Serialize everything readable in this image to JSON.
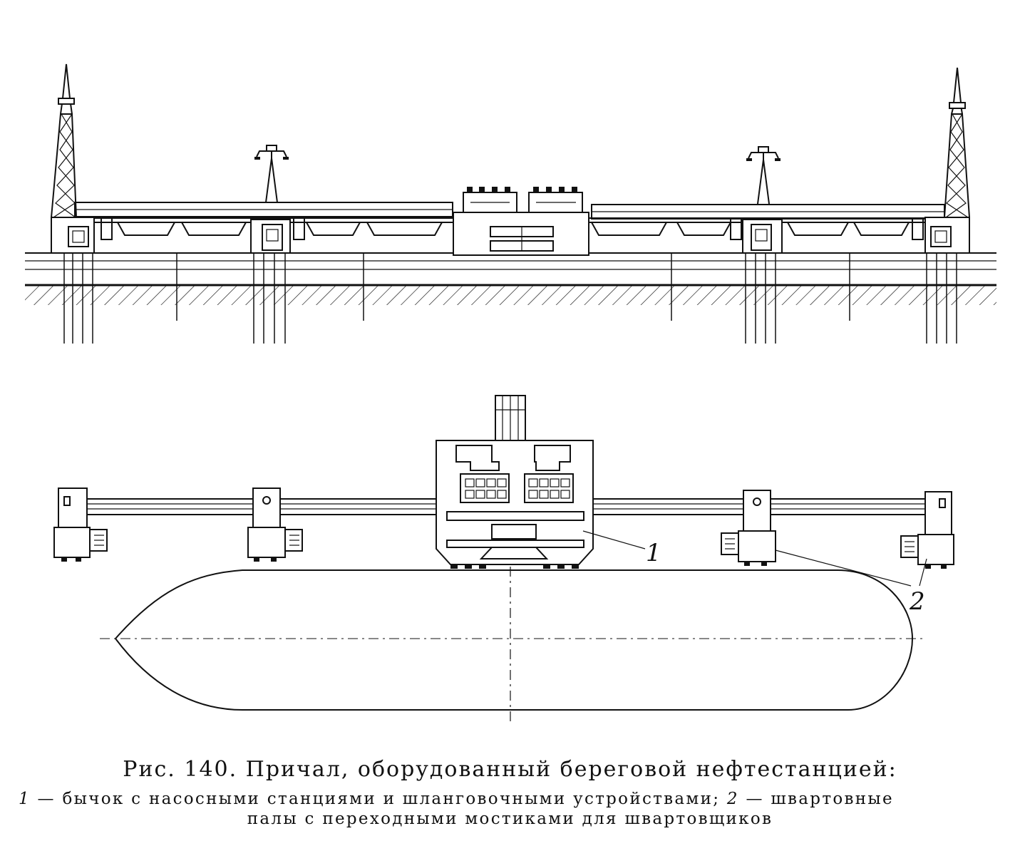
{
  "figure": {
    "caption_title": "Рис. 140. Причал, оборудованный береговой нефтестанцией:",
    "legend": {
      "item1_num": "1",
      "item1_text": " — бычок с насосными станциями и шланговочными устройствами; ",
      "item2_num": "2",
      "item2_text": " — швартовные",
      "line2": "палы с переходными мостиками для швартовщиков"
    },
    "callouts": {
      "label_1": "1",
      "label_2": "2"
    }
  }
}
